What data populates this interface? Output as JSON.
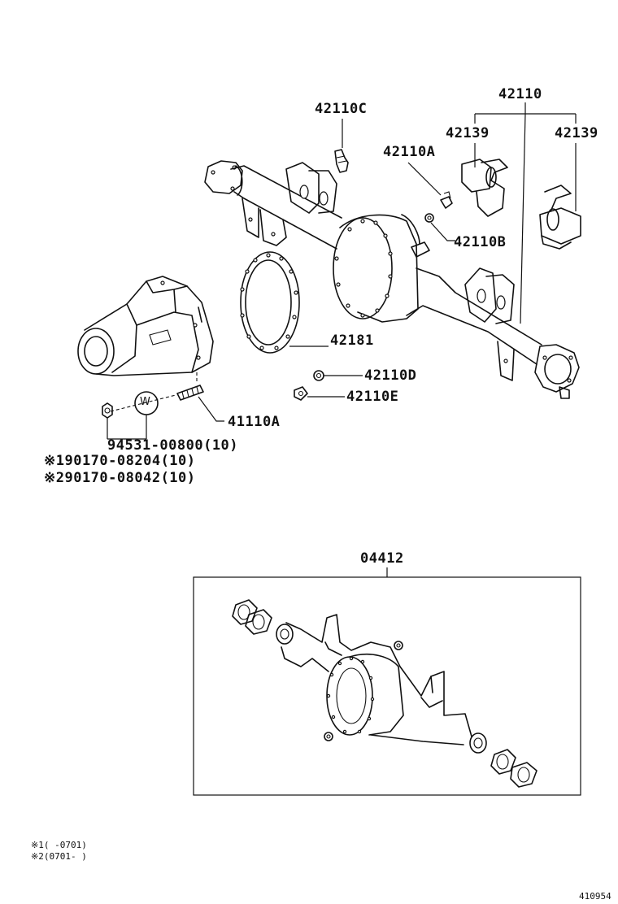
{
  "callouts": {
    "housing_assy": "42110",
    "plug": "42110C",
    "bracket_left": "42139",
    "bracket_right": "42139",
    "bolt": "42110A",
    "gasket_washer": "42110B",
    "gasket": "42181",
    "washer_d": "42110D",
    "plug_e": "42110E",
    "stud": "41110A",
    "nut_part": "94531-00800(10)",
    "nut_alt_1": "※190170-08204(10)",
    "nut_alt_2": "※290170-08042(10)",
    "kit": "04412"
  },
  "footnotes": {
    "note_1": "※1(     -0701)",
    "note_2": "※2(0701-     )"
  },
  "figure_id": "410954",
  "washer_symbol": "W"
}
